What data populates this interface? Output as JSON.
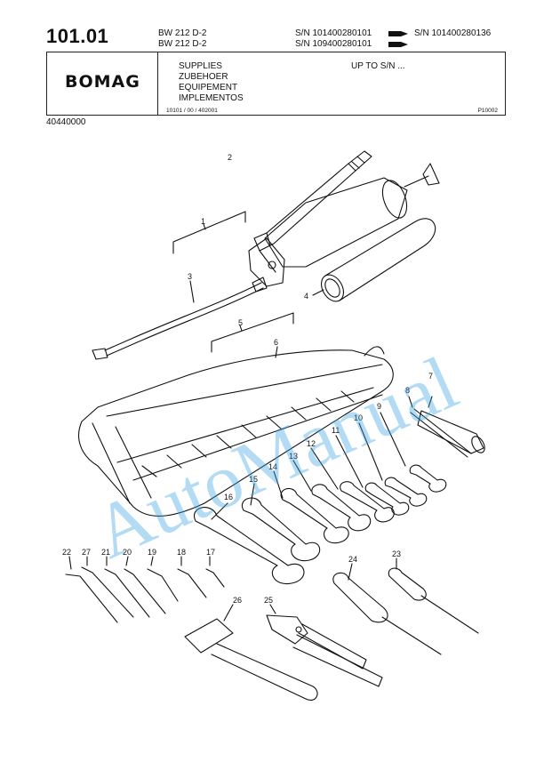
{
  "header": {
    "page_number": "101.01",
    "model_lines": [
      "BW 212 D-2",
      "BW 212 D-2"
    ],
    "serial_from": [
      "S/N 101400280101",
      "S/N 109400280101"
    ],
    "serial_to": "S/N 101400280136",
    "brand": "BOMAG",
    "titles": [
      "SUPPLIES",
      "ZUBEHOER",
      "EQUIPEMENT",
      "IMPLEMENTOS"
    ],
    "range_label": "UP TO S/N ...",
    "doc_code": "10101 / 00 / 402001",
    "page_code": "P10002",
    "part_number": "40440000"
  },
  "callouts": [
    "1",
    "2",
    "3",
    "4",
    "5",
    "6",
    "7",
    "8",
    "9",
    "10",
    "11",
    "12",
    "13",
    "14",
    "15",
    "16",
    "17",
    "18",
    "19",
    "20",
    "21",
    "22",
    "23",
    "24",
    "25",
    "26",
    "27"
  ],
  "watermark": "AutoManual",
  "colors": {
    "ink": "#111111",
    "watermark": "#3aa3e0",
    "background": "#ffffff"
  }
}
